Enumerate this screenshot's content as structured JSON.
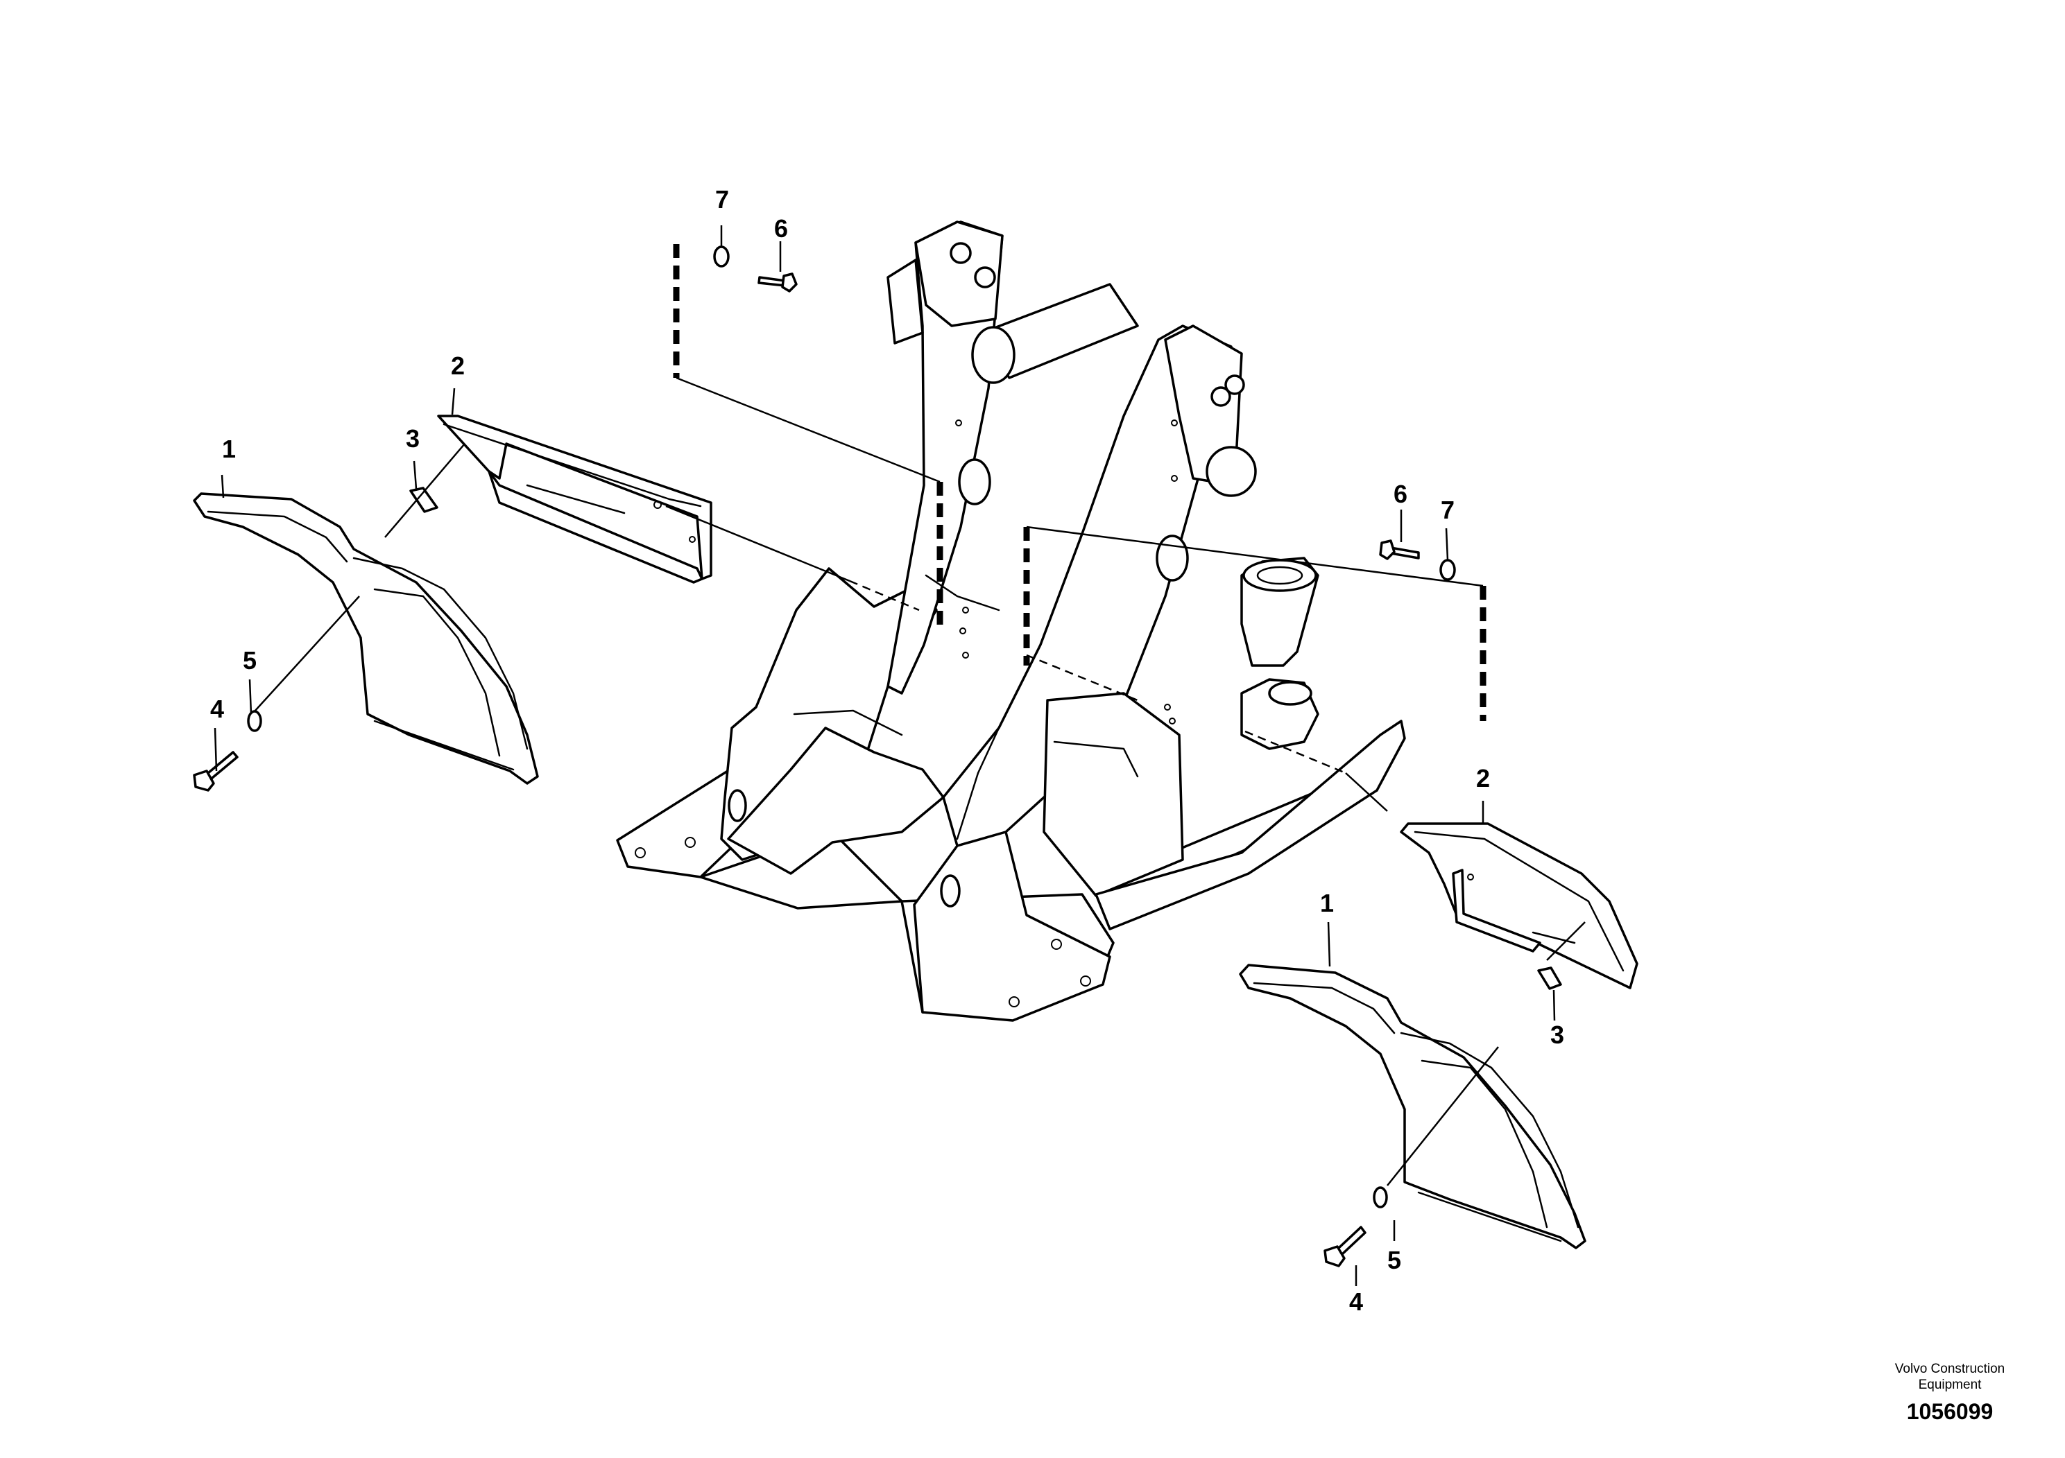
{
  "labels": {
    "left_fender": "1",
    "right_fender": "1",
    "left_bracket": "2",
    "right_bracket": "2",
    "left_clip_nut": "3",
    "right_clip_nut": "3",
    "left_screw": "4",
    "right_screw": "4",
    "left_washer": "5",
    "right_washer": "5",
    "left_frame_screw": "6",
    "right_frame_screw": "6",
    "left_frame_washer": "7",
    "right_frame_washer": "7"
  },
  "footer": {
    "brand": "Volvo Construction Equipment",
    "document_number": "1056099"
  }
}
